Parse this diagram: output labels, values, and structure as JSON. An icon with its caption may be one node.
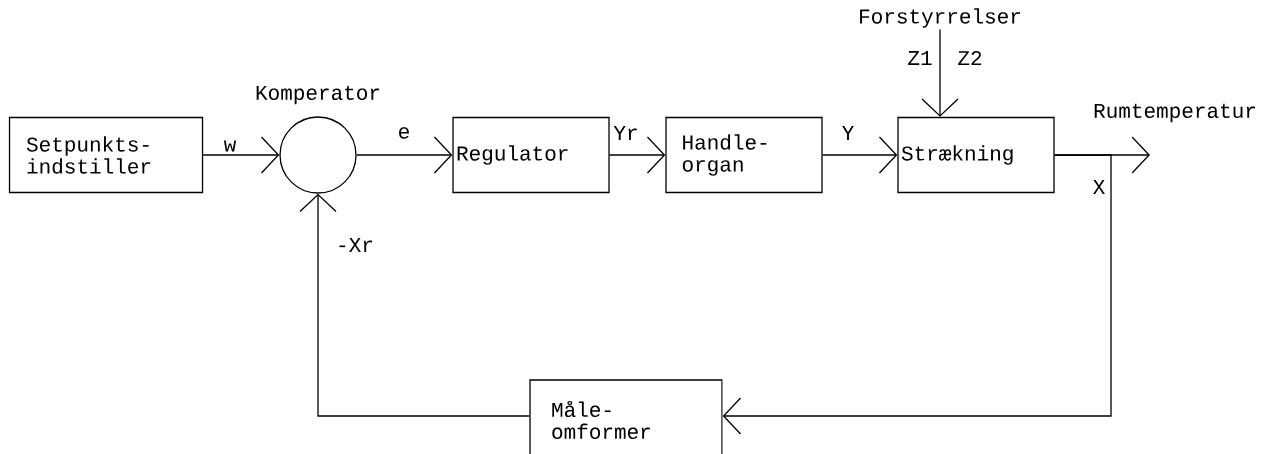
{
  "diagram": {
    "nodes": [
      {
        "text": [
          "Setpunkts- indstiller"
        ]
      },
      {
        "text": [],
        "shape": "circle",
        "beside": [
          "Komperator"
        ]
      },
      {
        "text": [
          "Regulator"
        ]
      },
      {
        "text": [
          "Handle- organ"
        ]
      },
      {
        "text": [
          "Strækning"
        ]
      },
      {
        "text": [
          "Måle- omformer"
        ]
      },
      {
        "text": [
          "Forstyrrelser"
        ]
      }
    ],
    "edges": [
      {
        "from": 0,
        "to": 1,
        "arrow": "to",
        "label": "w"
      },
      {
        "from": 1,
        "to": 2,
        "arrow": "to",
        "label": "e"
      },
      {
        "from": 2,
        "to": 3,
        "arrow": "to",
        "label": "Yr"
      },
      {
        "from": 3,
        "to": 4,
        "arrow": "to",
        "label": "Y"
      },
      {
        "from": 6,
        "to": 4,
        "arrow": "to"
      },
      {
        "from": 4,
        "to": null,
        "arrow": "to",
        "label": "Rumtemperatur"
      },
      {
        "from": 4,
        "to": 5,
        "arrow": "to",
        "label": "X"
      },
      {
        "from": 5,
        "to": 1,
        "arrow": "to",
        "label": "-Xr"
      }
    ],
    "labels": [
      "Z1",
      "Z2"
    ]
  }
}
